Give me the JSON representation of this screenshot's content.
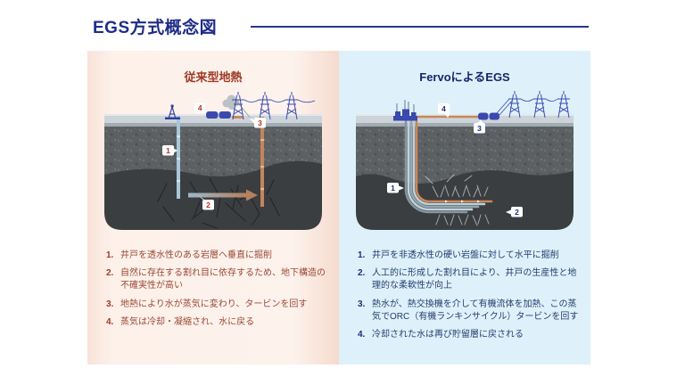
{
  "page": {
    "title": "EGS方式概念図"
  },
  "colors": {
    "title_navy": "#1f2d87",
    "left_accent": "#9e3926",
    "right_accent": "#16266b",
    "left_panel_bg": "#fdf1ea",
    "right_panel_bg": "#def1fa",
    "marker_red": "#b23223",
    "marker_navy": "#1c2e7e",
    "cold_pipe_blue": "#a9c6da",
    "hot_pipe_orange": "#c5855c"
  },
  "panels": {
    "left": {
      "title": "従来型地熱",
      "markers": [
        "1",
        "2",
        "3",
        "4"
      ],
      "items": [
        {
          "n": "1.",
          "text": "井戸を透水性のある岩層へ垂直に掘削"
        },
        {
          "n": "2.",
          "text": "自然に存在する割れ目に依存するため、地下構造の不確実性が高い"
        },
        {
          "n": "3.",
          "text": "地熱により水が蒸気に変わり、タービンを回す"
        },
        {
          "n": "4.",
          "text": "蒸気は冷却・凝縮され、水に戻る"
        }
      ]
    },
    "right": {
      "title": "FervoによるEGS",
      "markers": [
        "1",
        "2",
        "3",
        "4"
      ],
      "items": [
        {
          "n": "1.",
          "text": "井戸を非透水性の硬い岩盤に対して水平に掘削"
        },
        {
          "n": "2.",
          "text": "人工的に形成した割れ目により、井戸の生産性と地理的な柔軟性が向上"
        },
        {
          "n": "3.",
          "text": "熱水が、熱交換機を介して有機流体を加熱、この蒸気でORC（有機ランキンサイクル）タービンを回す"
        },
        {
          "n": "4.",
          "text": "冷却された水は再び貯留層に戻される"
        }
      ]
    }
  }
}
